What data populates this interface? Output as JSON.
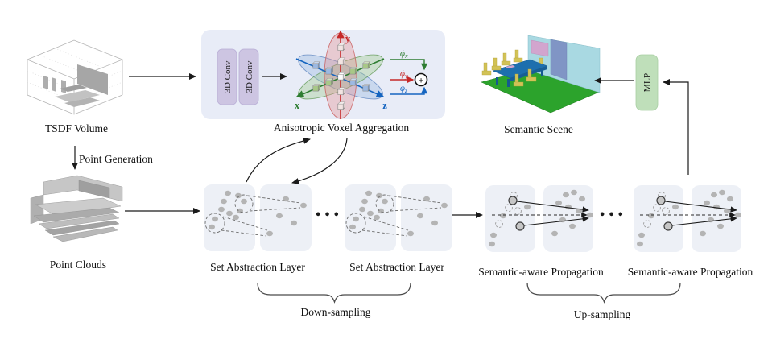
{
  "figure": {
    "tsdf_label": "TSDF Volume",
    "point_generation_label": "Point Generation",
    "point_clouds_label": "Point Clouds",
    "ava_label": "Anisotropic Voxel Aggregation",
    "semantic_scene_label": "Semantic Scene",
    "conv_label_1": "3D Conv",
    "conv_label_2": "3D Conv",
    "mlp_label": "MLP",
    "sa_label_1": "Set Abstraction Layer",
    "sa_label_2": "Set Abstraction Layer",
    "prop_label_1": "Semantic-aware Propagation",
    "prop_label_2": "Semantic-aware Propagation",
    "down_sampling_label": "Down-sampling",
    "up_sampling_label": "Up-sampling",
    "ellipsis_down": "•••",
    "ellipsis_up": "•••",
    "axes": {
      "x": "x",
      "y": "y",
      "z": "z"
    },
    "phi": {
      "base": "ϕ",
      "x_sub": "x",
      "y_sub": "y",
      "z_sub": "z"
    },
    "sum_symbol": "+"
  },
  "colors": {
    "axis_x_green": "#2e7d32",
    "axis_y_red": "#c62828",
    "axis_z_blue": "#1565c0",
    "panel_bg": "#e8ecf7",
    "stage_box_bg": "#edf0f6",
    "conv_block_bg": "#cdc5e2",
    "mlp_bg": "#bfdfba",
    "dot_gray": "#b4b4b4",
    "scene_floor_green": "#2ca32c",
    "scene_wall_cyan": "#a9d9e2",
    "scene_wall_blue": "#8095c5",
    "scene_pink": "#d2a5ce",
    "scene_table_blue": "#1d6fae",
    "scene_chair_yellow": "#d2c256"
  }
}
